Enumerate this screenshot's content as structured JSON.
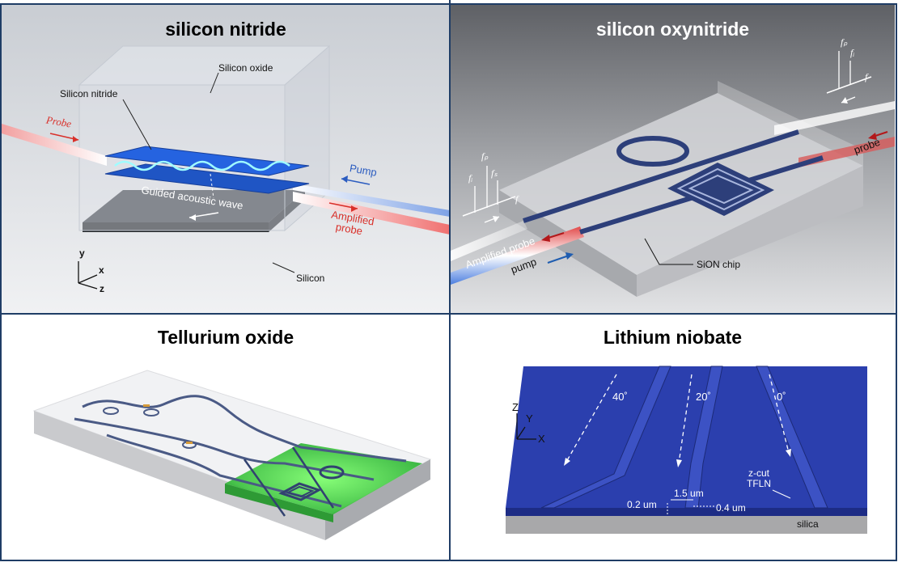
{
  "colors": {
    "frame": "#1f3d66",
    "waveguide_blue": "#2a5fd6",
    "probe_red": "#d9302a",
    "pump_blue": "#2b5cc0",
    "ln_blue": "#2b3fae",
    "glow_green": "#35e04a"
  },
  "panels": {
    "silicon_nitride": {
      "title": "silicon nitride",
      "labels": {
        "silicon_oxide": "Silicon oxide",
        "silicon_nitride": "Silicon nitride",
        "probe": "Probe",
        "pump": "Pump",
        "guided_acoustic_wave": "Guided acoustic wave",
        "amplified_probe": [
          "Amplified",
          "probe"
        ],
        "silicon": "Silicon",
        "axis_y": "y",
        "axis_x": "x",
        "axis_z": "z"
      }
    },
    "silicon_oxynitride": {
      "title": "silicon oxynitride",
      "labels": {
        "fp": "fₚ",
        "fi": "fᵢ",
        "fs": "fₛ",
        "f": "f",
        "amplified_probe": "Amplified probe",
        "pump": "pump",
        "probe": "probe",
        "sion_chip": "SiON chip"
      }
    },
    "tellurium_oxide": {
      "title": "Tellurium oxide"
    },
    "lithium_niobate": {
      "title": "Lithium niobate",
      "labels": {
        "angle_40": "40˚",
        "angle_20": "20˚",
        "angle_0": "0˚",
        "axis_z": "Z",
        "axis_y": "Y",
        "axis_x": "X",
        "width": "1.5 um",
        "etch": "0.2 um",
        "thickness": "0.4 um",
        "film": [
          "z-cut",
          "TFLN"
        ],
        "substrate": "silica"
      }
    }
  }
}
